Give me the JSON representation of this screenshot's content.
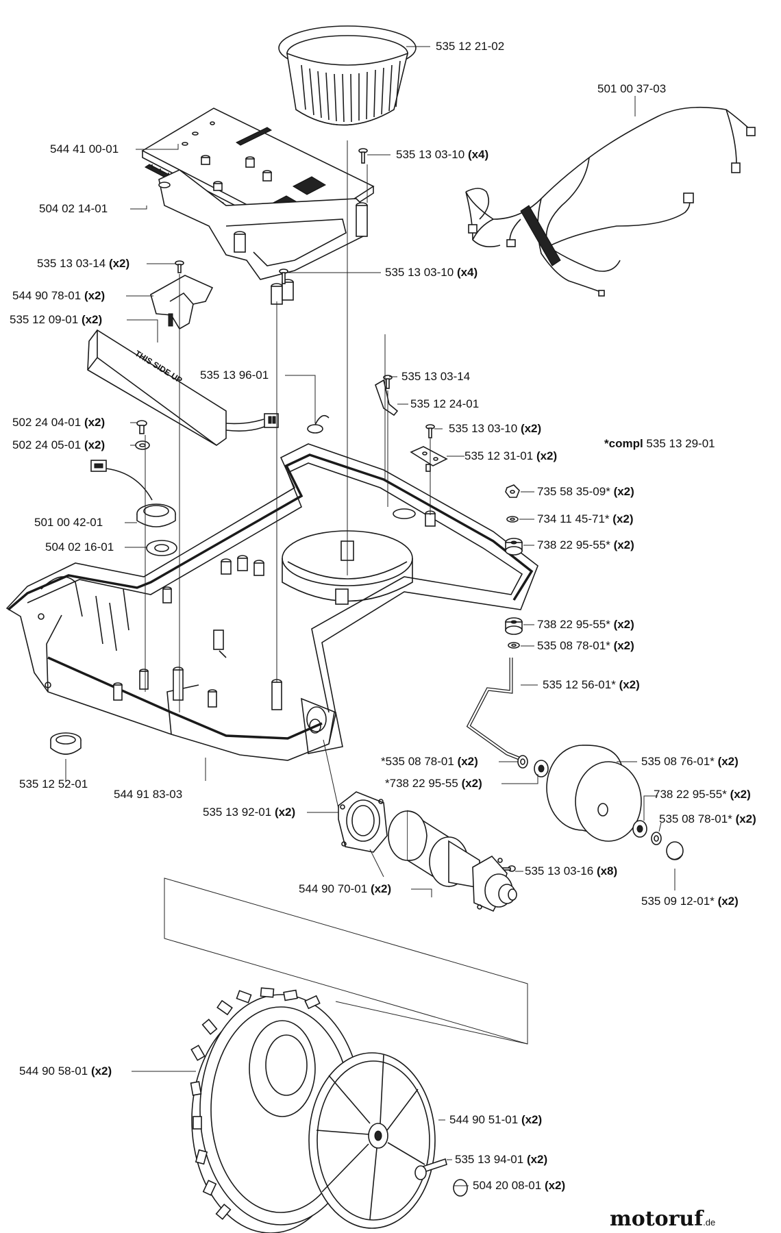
{
  "labels": [
    {
      "part": "535 12 21-02",
      "qty": ""
    },
    {
      "part": "501 00 37-03",
      "qty": ""
    },
    {
      "part": "544 41 00-01",
      "qty": ""
    },
    {
      "part": "535 13 03-10",
      "qty": "(x4)"
    },
    {
      "part": "504 02 14-01",
      "qty": ""
    },
    {
      "part": "535 13 03-14",
      "qty": "(x2)"
    },
    {
      "part": "535 13 03-10",
      "qty": "(x4)"
    },
    {
      "part": "544 90 78-01",
      "qty": "(x2)"
    },
    {
      "part": "535 12 09-01",
      "qty": "(x2)"
    },
    {
      "part": "535 13 96-01",
      "qty": ""
    },
    {
      "part": "535 13 03-14",
      "qty": ""
    },
    {
      "part": "535 12 24-01",
      "qty": ""
    },
    {
      "part": "502 24 04-01",
      "qty": "(x2)"
    },
    {
      "part": "535 13 03-10",
      "qty": "(x2)"
    },
    {
      "part": "502 24 05-01",
      "qty": "(x2)"
    },
    {
      "part": "535 12 31-01",
      "qty": "(x2)"
    },
    {
      "part": "535 13 29-01",
      "qty": "",
      "prefix": "*compl"
    },
    {
      "part": "735 58 35-09*",
      "qty": "(x2)"
    },
    {
      "part": "501 00 42-01",
      "qty": ""
    },
    {
      "part": "734 11 45-71*",
      "qty": "(x2)"
    },
    {
      "part": "504 02 16-01",
      "qty": ""
    },
    {
      "part": "738 22 95-55*",
      "qty": "(x2)"
    },
    {
      "part": "738 22 95-55*",
      "qty": "(x2)"
    },
    {
      "part": "535 08 78-01*",
      "qty": "(x2)"
    },
    {
      "part": "535 12 56-01*",
      "qty": "(x2)"
    },
    {
      "part": "*535 08 78-01",
      "qty": "(x2)"
    },
    {
      "part": "535 08 76-01*",
      "qty": "(x2)"
    },
    {
      "part": "*738 22 95-55",
      "qty": "(x2)"
    },
    {
      "part": "535 12 52-01",
      "qty": ""
    },
    {
      "part": "544 91 83-03",
      "qty": ""
    },
    {
      "part": "738 22 95-55*",
      "qty": "(x2)"
    },
    {
      "part": "535 13 92-01",
      "qty": "(x2)"
    },
    {
      "part": "535 08 78-01*",
      "qty": "(x2)"
    },
    {
      "part": "535 13 03-16",
      "qty": "(x8)"
    },
    {
      "part": "544 90 70-01",
      "qty": "(x2)"
    },
    {
      "part": "535 09 12-01*",
      "qty": "(x2)"
    },
    {
      "part": "544 90 58-01",
      "qty": "(x2)"
    },
    {
      "part": "544 90 51-01",
      "qty": "(x2)"
    },
    {
      "part": "535 13 94-01",
      "qty": "(x2)"
    },
    {
      "part": "504 20 08-01",
      "qty": "(x2)"
    }
  ],
  "battery_text": "THIS SIDE UP",
  "logo": {
    "main": "motoruf",
    "suffix": ".de"
  }
}
